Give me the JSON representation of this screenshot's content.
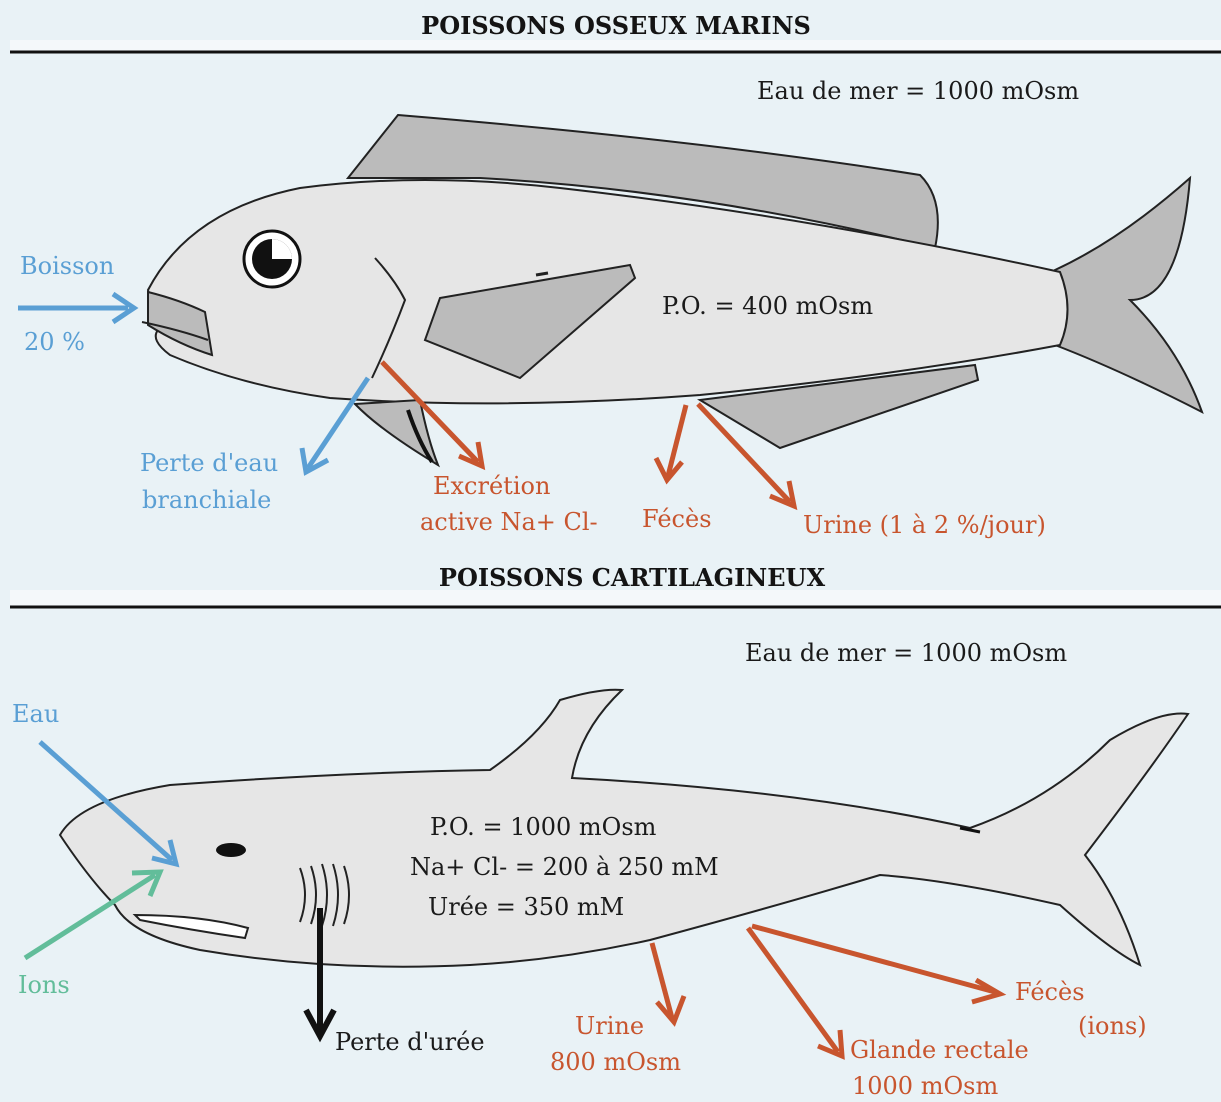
{
  "top_section": {
    "title": "POISSONS OSSEUX MARINS",
    "sea_water": "Eau de mer = 1000 mOsm",
    "fish_osmotic_pressure": "P.O. = 400 mOsm",
    "drink_label": "Boisson",
    "drink_percent": "20 %",
    "gill_water_loss_line1": "Perte d'eau",
    "gill_water_loss_line2": "branchiale",
    "excretion_line1": "Excrétion",
    "excretion_line2": "active Na+ Cl-",
    "feces": "Fécès",
    "urine": "Urine (1 à 2 %/jour)"
  },
  "bottom_section": {
    "title": "POISSONS CARTILAGINEUX",
    "sea_water": "Eau de mer = 1000 mOsm",
    "osmotic_pressure": "P.O. = 1000 mOsm",
    "nacl": "Na+ Cl- = 200 à 250 mM",
    "urea": "Urée = 350 mM",
    "water_label": "Eau",
    "ions_label": "Ions",
    "urea_loss": "Perte d'urée",
    "urine_line1": "Urine",
    "urine_line2": "800 mOsm",
    "rectal_gland_line1": "Glande rectale",
    "rectal_gland_line2": "1000 mOsm",
    "feces_line1": "Fécès",
    "feces_line2": "(ions)"
  },
  "colors": {
    "background": "#e9f2f6",
    "body": "#e6e6e6",
    "fin": "#bbbbbb",
    "blue_arrow": "#5a9fd4",
    "red_arrow": "#c8552e",
    "green_arrow": "#62bd9a",
    "black_arrow": "#111111"
  }
}
